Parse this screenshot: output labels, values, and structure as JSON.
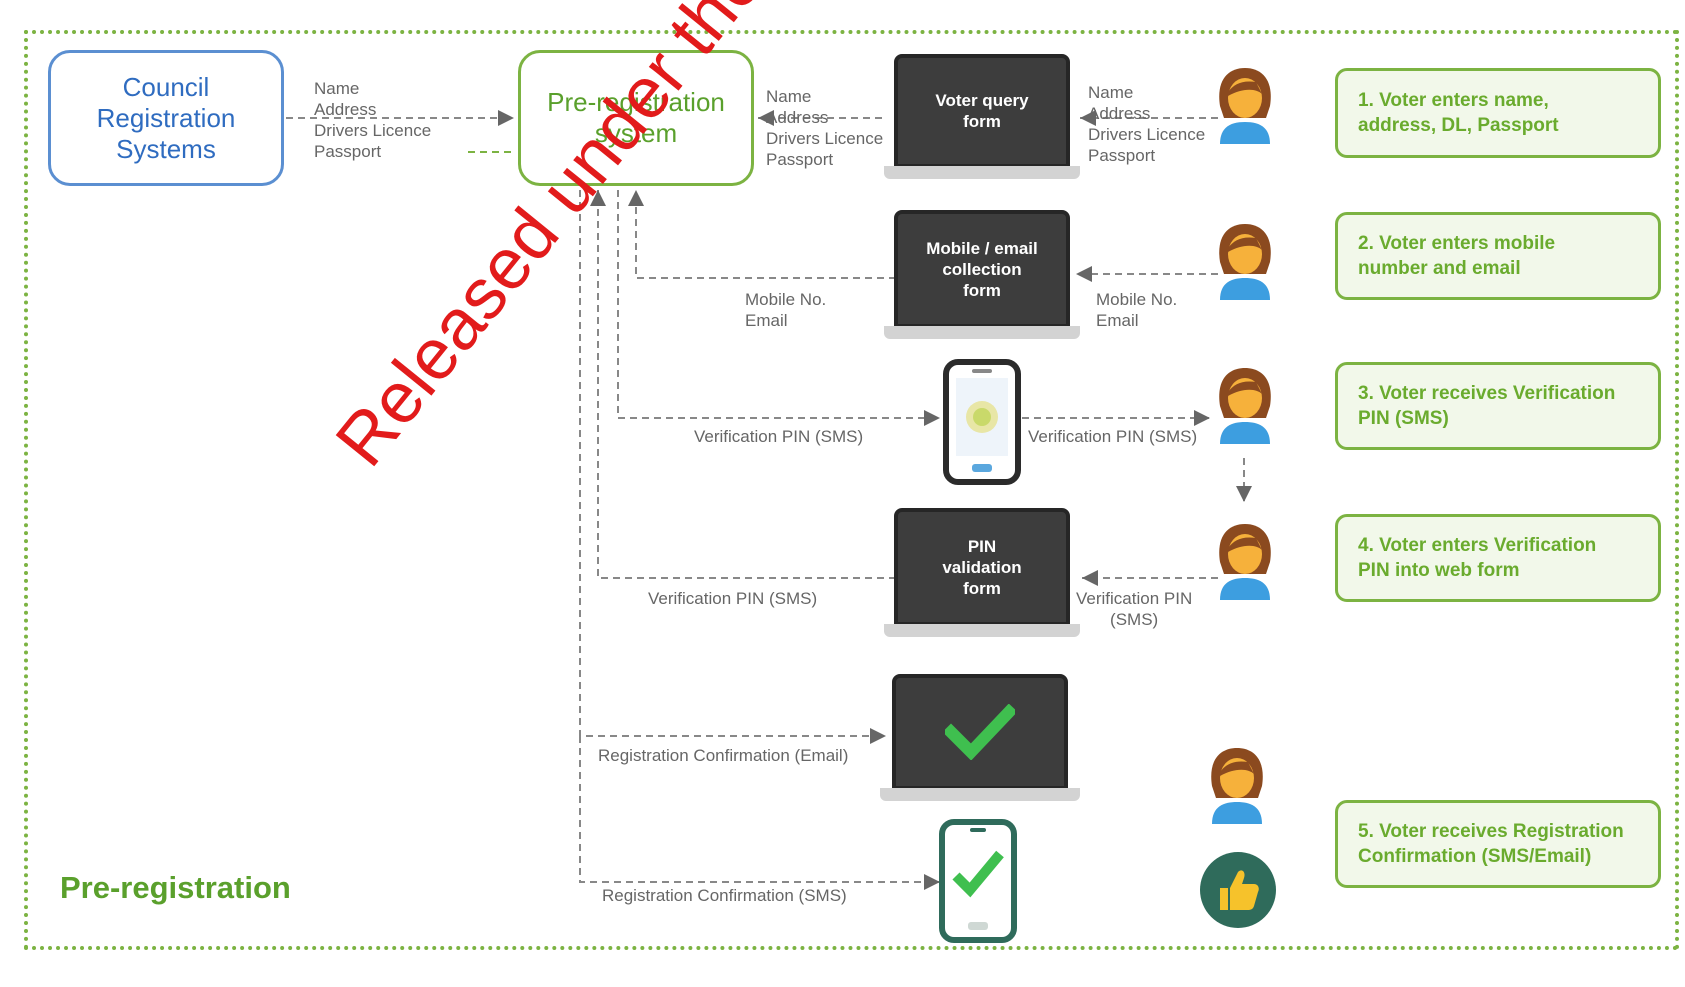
{
  "diagram": {
    "title": "Pre-registration",
    "systems": {
      "council": "Council\nRegistration\nSystems",
      "prereg": "Pre-registration\nsystem"
    },
    "labels": {
      "council_to_prereg": "Name\nAddress\nDrivers Licence\nPassport",
      "form_to_prereg": "Name\nAddress\nDrivers Licence\nPassport",
      "voter_to_form": "Name\nAddress\nDrivers Licence\nPassport",
      "mobile_to_prereg": "Mobile No.\nEmail",
      "voter_to_mobile": "Mobile No.\nEmail",
      "pin_out": "Verification PIN (SMS)",
      "pin_to_voter": "Verification PIN (SMS)",
      "pin_validation_to_prereg": "Verification PIN (SMS)",
      "voter_to_pin_validation": "Verification PIN\n(SMS)",
      "confirm_email": "Registration Confirmation (Email)",
      "confirm_sms": "Registration Confirmation (SMS)"
    },
    "devices": {
      "voter_query_form": "Voter query\nform",
      "mobile_email_form": "Mobile / email\ncollection\nform",
      "pin_validation_form": "PIN\nvalidation\nform"
    },
    "steps": [
      "1. Voter enters name,\naddress, DL, Passport",
      "2. Voter enters mobile\nnumber and email",
      "3. Voter receives Verification\n PIN (SMS)",
      "4. Voter enters Verification\n PIN into web form",
      "5. Voter receives Registration\nConfirmation (SMS/Email)"
    ],
    "watermark": "Released under the Official Information Act",
    "icons": [
      "person-icon",
      "mobile-phone-icon",
      "checkmark-icon",
      "thumbs-up-icon",
      "laptop-icon"
    ],
    "colors": {
      "green": "#7cb342",
      "blue": "#5b8fd1",
      "watermark": "#e21b1b",
      "dark_teal": "#2f6b5b"
    }
  }
}
